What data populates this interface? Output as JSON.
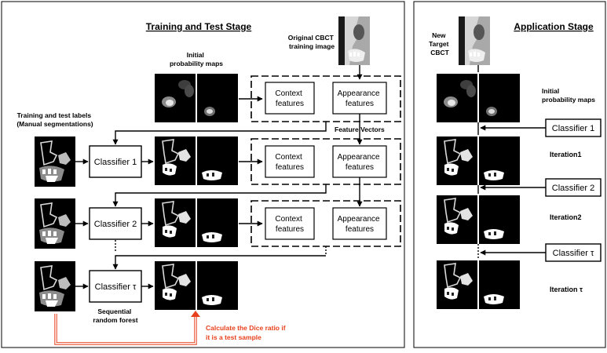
{
  "left_panel": {
    "title": "Training and Test Stage",
    "original_image_label": [
      "Original CBCT",
      "training image"
    ],
    "initial_maps_label": [
      "Initial",
      "probability maps"
    ],
    "labels_caption": [
      "Training and test labels",
      "(Manual segmentations)"
    ],
    "feature_vectors_label": "Feature Vectors",
    "context_features_label": [
      "Context",
      "features"
    ],
    "appearance_features_label": [
      "Appearance",
      "features"
    ],
    "classifiers": [
      "Classifier 1",
      "Classifier 2",
      "Classifier τ"
    ],
    "sequential_label": [
      "Sequential",
      "random forest"
    ],
    "dice_note": [
      "Calculate the Dice ratio if",
      "it is a test sample"
    ],
    "colors": {
      "dice_note": "#e8401c",
      "dice_arrow": "#e8401c"
    }
  },
  "right_panel": {
    "title": "Application Stage",
    "target_label": [
      "New",
      "Target",
      "CBCT"
    ],
    "initial_maps_label": [
      "Initial",
      "probability maps"
    ],
    "classifiers": [
      "Classifier 1",
      "Classifier 2",
      "Classifier τ"
    ],
    "iterations": [
      "Iteration1",
      "Iteration2",
      "Iteration τ"
    ]
  }
}
